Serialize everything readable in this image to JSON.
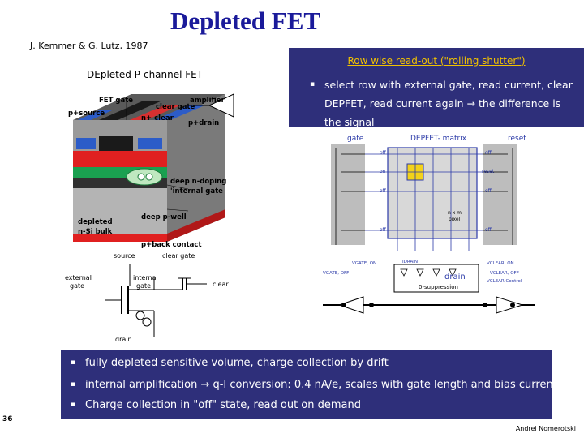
{
  "title": "Depleted FET",
  "citation": "J. Kemmer & G. Lutz, 1987",
  "device_caption": "DEpleted P-channel FET",
  "readout": {
    "heading": "Row wise read-out (\"rolling shutter\")",
    "bullet": "select row with external gate, read current, clear DEPFET, read current again → the difference is the signal"
  },
  "bullets": [
    "fully depleted sensitive volume, charge collection by drift",
    "internal amplification → q-I conversion: 0.4 nA/e, scales with gate length and bias current",
    "Charge collection in \"off\" state, read out on demand"
  ],
  "device_diagram": {
    "labels": {
      "fet_gate": "FET gate",
      "p_source": "p+source",
      "clear_gate": "clear gate",
      "amplifier": "amplifier",
      "n_clear": "n+ clear",
      "p_drain": "p+drain",
      "deep_n": "deep n-doping",
      "internal_gate": "'internal gate",
      "deep_p": "deep p-well",
      "bulk_1": "depleted",
      "bulk_2": "n-Si bulk",
      "back": "p+back contact"
    }
  },
  "symbol": {
    "labels": {
      "source": "source",
      "clear_gate": "clear gate",
      "external_gate_1": "external",
      "external_gate_2": "gate",
      "internal_gate_1": "internal",
      "internal_gate_2": "gate",
      "clear": "clear",
      "drain": "drain"
    }
  },
  "matrix": {
    "labels": {
      "gate": "gate",
      "title": "DEPFET- matrix",
      "reset": "reset",
      "off": "off",
      "on": "on",
      "reset_row": "reset",
      "pixel_1": "n x m",
      "pixel_2": "pixel",
      "drain": "drain",
      "suppression": "0-suppression",
      "v_gate_on": "VGATE, ON",
      "v_gate_off": "VGATE, OFF",
      "i_drain": "IDRAIN",
      "v_clear_on": "VCLEAR, ON",
      "v_clear_off": "VCLEAR, OFF",
      "v_clear_control": "VCLEAR-Control"
    }
  },
  "page_number": "36",
  "author": "Andrei Nomerotski",
  "colors": {
    "title": "#1a1a9a",
    "box_background": "#2e2f7a",
    "box_heading": "#f2c200",
    "matrix_accent": "#2b3aa8",
    "highlight_pixel": "#f3d21a"
  }
}
